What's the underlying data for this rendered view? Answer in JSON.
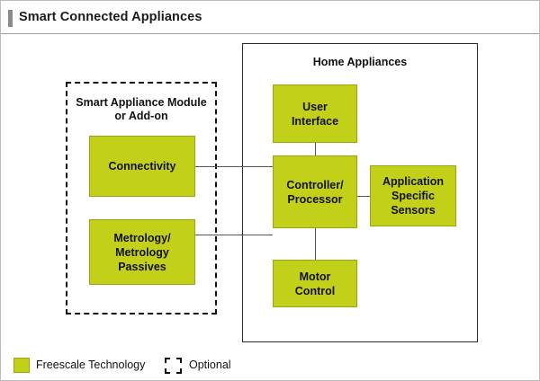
{
  "page": {
    "title": "Smart Connected Appliances"
  },
  "groups": {
    "home_appliances": {
      "label": "Home Appliances",
      "style": "solid"
    },
    "smart_module": {
      "label": "Smart Appliance Module\nor Add-on",
      "style": "dashed"
    }
  },
  "blocks": {
    "connectivity": "Connectivity",
    "metrology": "Metrology/\nMetrology\nPassives",
    "user_interface": "User\nInterface",
    "controller": "Controller/\nProcessor",
    "sensors": "Application\nSpecific\nSensors",
    "motor_control": "Motor\nControl"
  },
  "legend": {
    "freescale_label": "Freescale Technology",
    "optional_label": "Optional"
  },
  "colors": {
    "block_fill": "#c3d019",
    "block_border": "#9aa414",
    "line": "#545454",
    "title_accent": "#8a8a8a"
  }
}
